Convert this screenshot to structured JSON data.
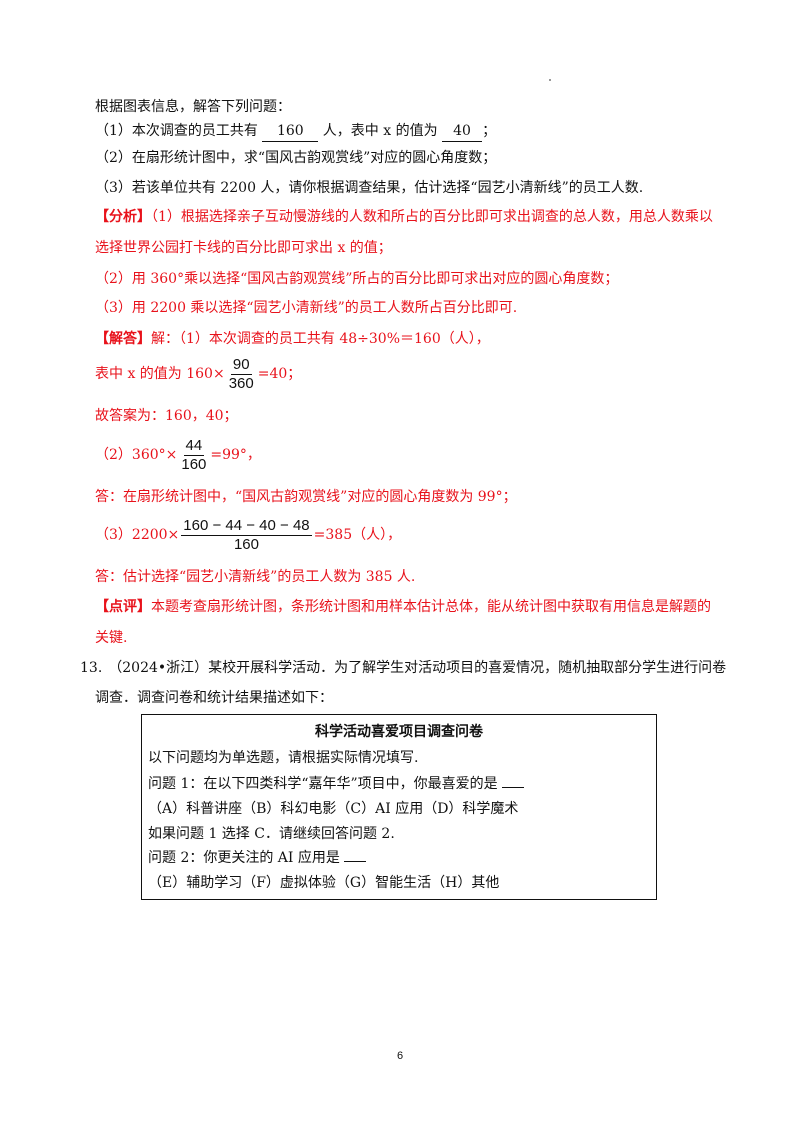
{
  "intro": "根据图表信息，解答下列问题：",
  "q1": {
    "pre": "（1）本次调查的员工共有 ",
    "ans1": "160",
    "mid": " 人，表中 x 的值为 ",
    "ans2": "40",
    "post": "；"
  },
  "q2": "（2）在扇形统计图中，求“国风古韵观赏线”对应的圆心角度数；",
  "q3": "（3）若该单位共有 2200 人，请你根据调查结果，估计选择“园艺小清新线”的员工人数.",
  "analysis": {
    "tag": "【分析】",
    "line1": "（1）根据选择亲子互动慢游线的人数和所占的百分比即可求出调查的总人数，用总人数乘以",
    "line2": "选择世界公园打卡线的百分比即可求出 x 的值；",
    "line3": "（2）用 360°乘以选择“国风古韵观赏线”所占的百分比即可求出对应的圆心角度数；",
    "line4": "（3）用 2200 乘以选择“园艺小清新线”的员工人数所占百分比即可."
  },
  "solution": {
    "tag": "【解答】",
    "line1": "解：（1）本次调查的员工共有 48÷30%＝160（人），",
    "line2_pre": "表中 x 的值为 160×",
    "line2_num": "90",
    "line2_den": "360",
    "line2_post": "=40；",
    "line3": "故答案为：160，40；",
    "line4_pre": "（2）360°×",
    "line4_num": "44",
    "line4_den": "160",
    "line4_post": "=99°，",
    "line5": "答：在扇形统计图中，“国风古韵观赏线”对应的圆心角度数为 99°；",
    "line6_pre": "（3）2200×",
    "line6_num": "160 − 44 − 40 − 48",
    "line6_den": "160",
    "line6_post": "=385（人），",
    "line7": "答：估计选择“园艺小清新线”的员工人数为 385 人."
  },
  "comment": {
    "tag": "【点评】",
    "line1": "本题考查扇形统计图，条形统计图和用样本估计总体，能从统计图中获取有用信息是解题的",
    "line2": "关键."
  },
  "q13": {
    "num": "13.",
    "line1": "（2024•浙江）某校开展科学活动．为了解学生对活动项目的喜爱情况，随机抽取部分学生进行问卷",
    "line2": "调查．调查问卷和统计结果描述如下："
  },
  "survey": {
    "title": "科学活动喜爱项目调查问卷",
    "l1": "以下问题均为单选题，请根据实际情况填写.",
    "l2": "问题 1：在以下四类科学“嘉年华”项目中，你最喜爱的是",
    "l3": "（A）科普讲座（B）科幻电影（C）AI 应用（D）科学魔术",
    "l4": "如果问题 1 选择 C．请继续回答问题 2.",
    "l5": "问题 2：你更关注的 AI 应用是",
    "l6": "（E）辅助学习（F）虚拟体验（G）智能生活（H）其他"
  },
  "page_number": "6"
}
